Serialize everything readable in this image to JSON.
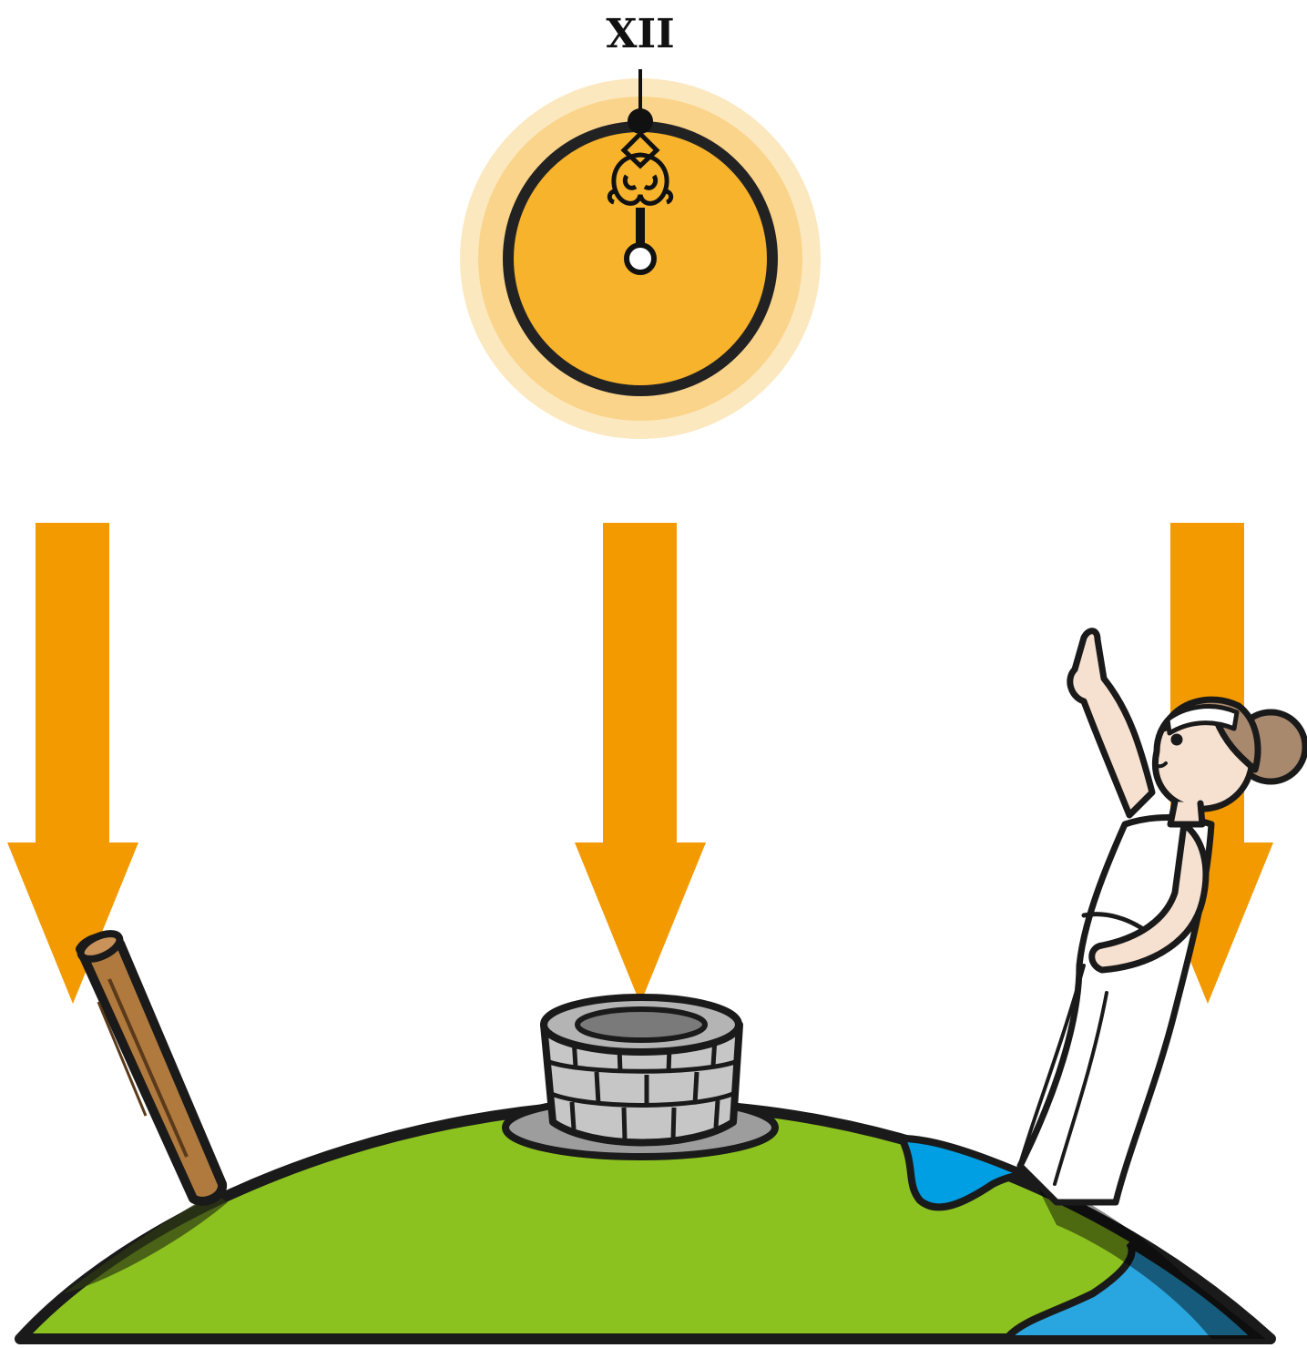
{
  "sun": {
    "hour_label": "XII",
    "color": "#F7B32B",
    "glow_color": "#FAD48B"
  },
  "arrows": {
    "color": "#F29A00",
    "count": 3
  },
  "ground": {
    "color": "#8CC21F",
    "water_color": "#009FE3",
    "outline_color": "#1A1A1A"
  },
  "objects": {
    "stick": "wooden-stick",
    "well": "stone-well",
    "person": "woman-pointing-up"
  }
}
